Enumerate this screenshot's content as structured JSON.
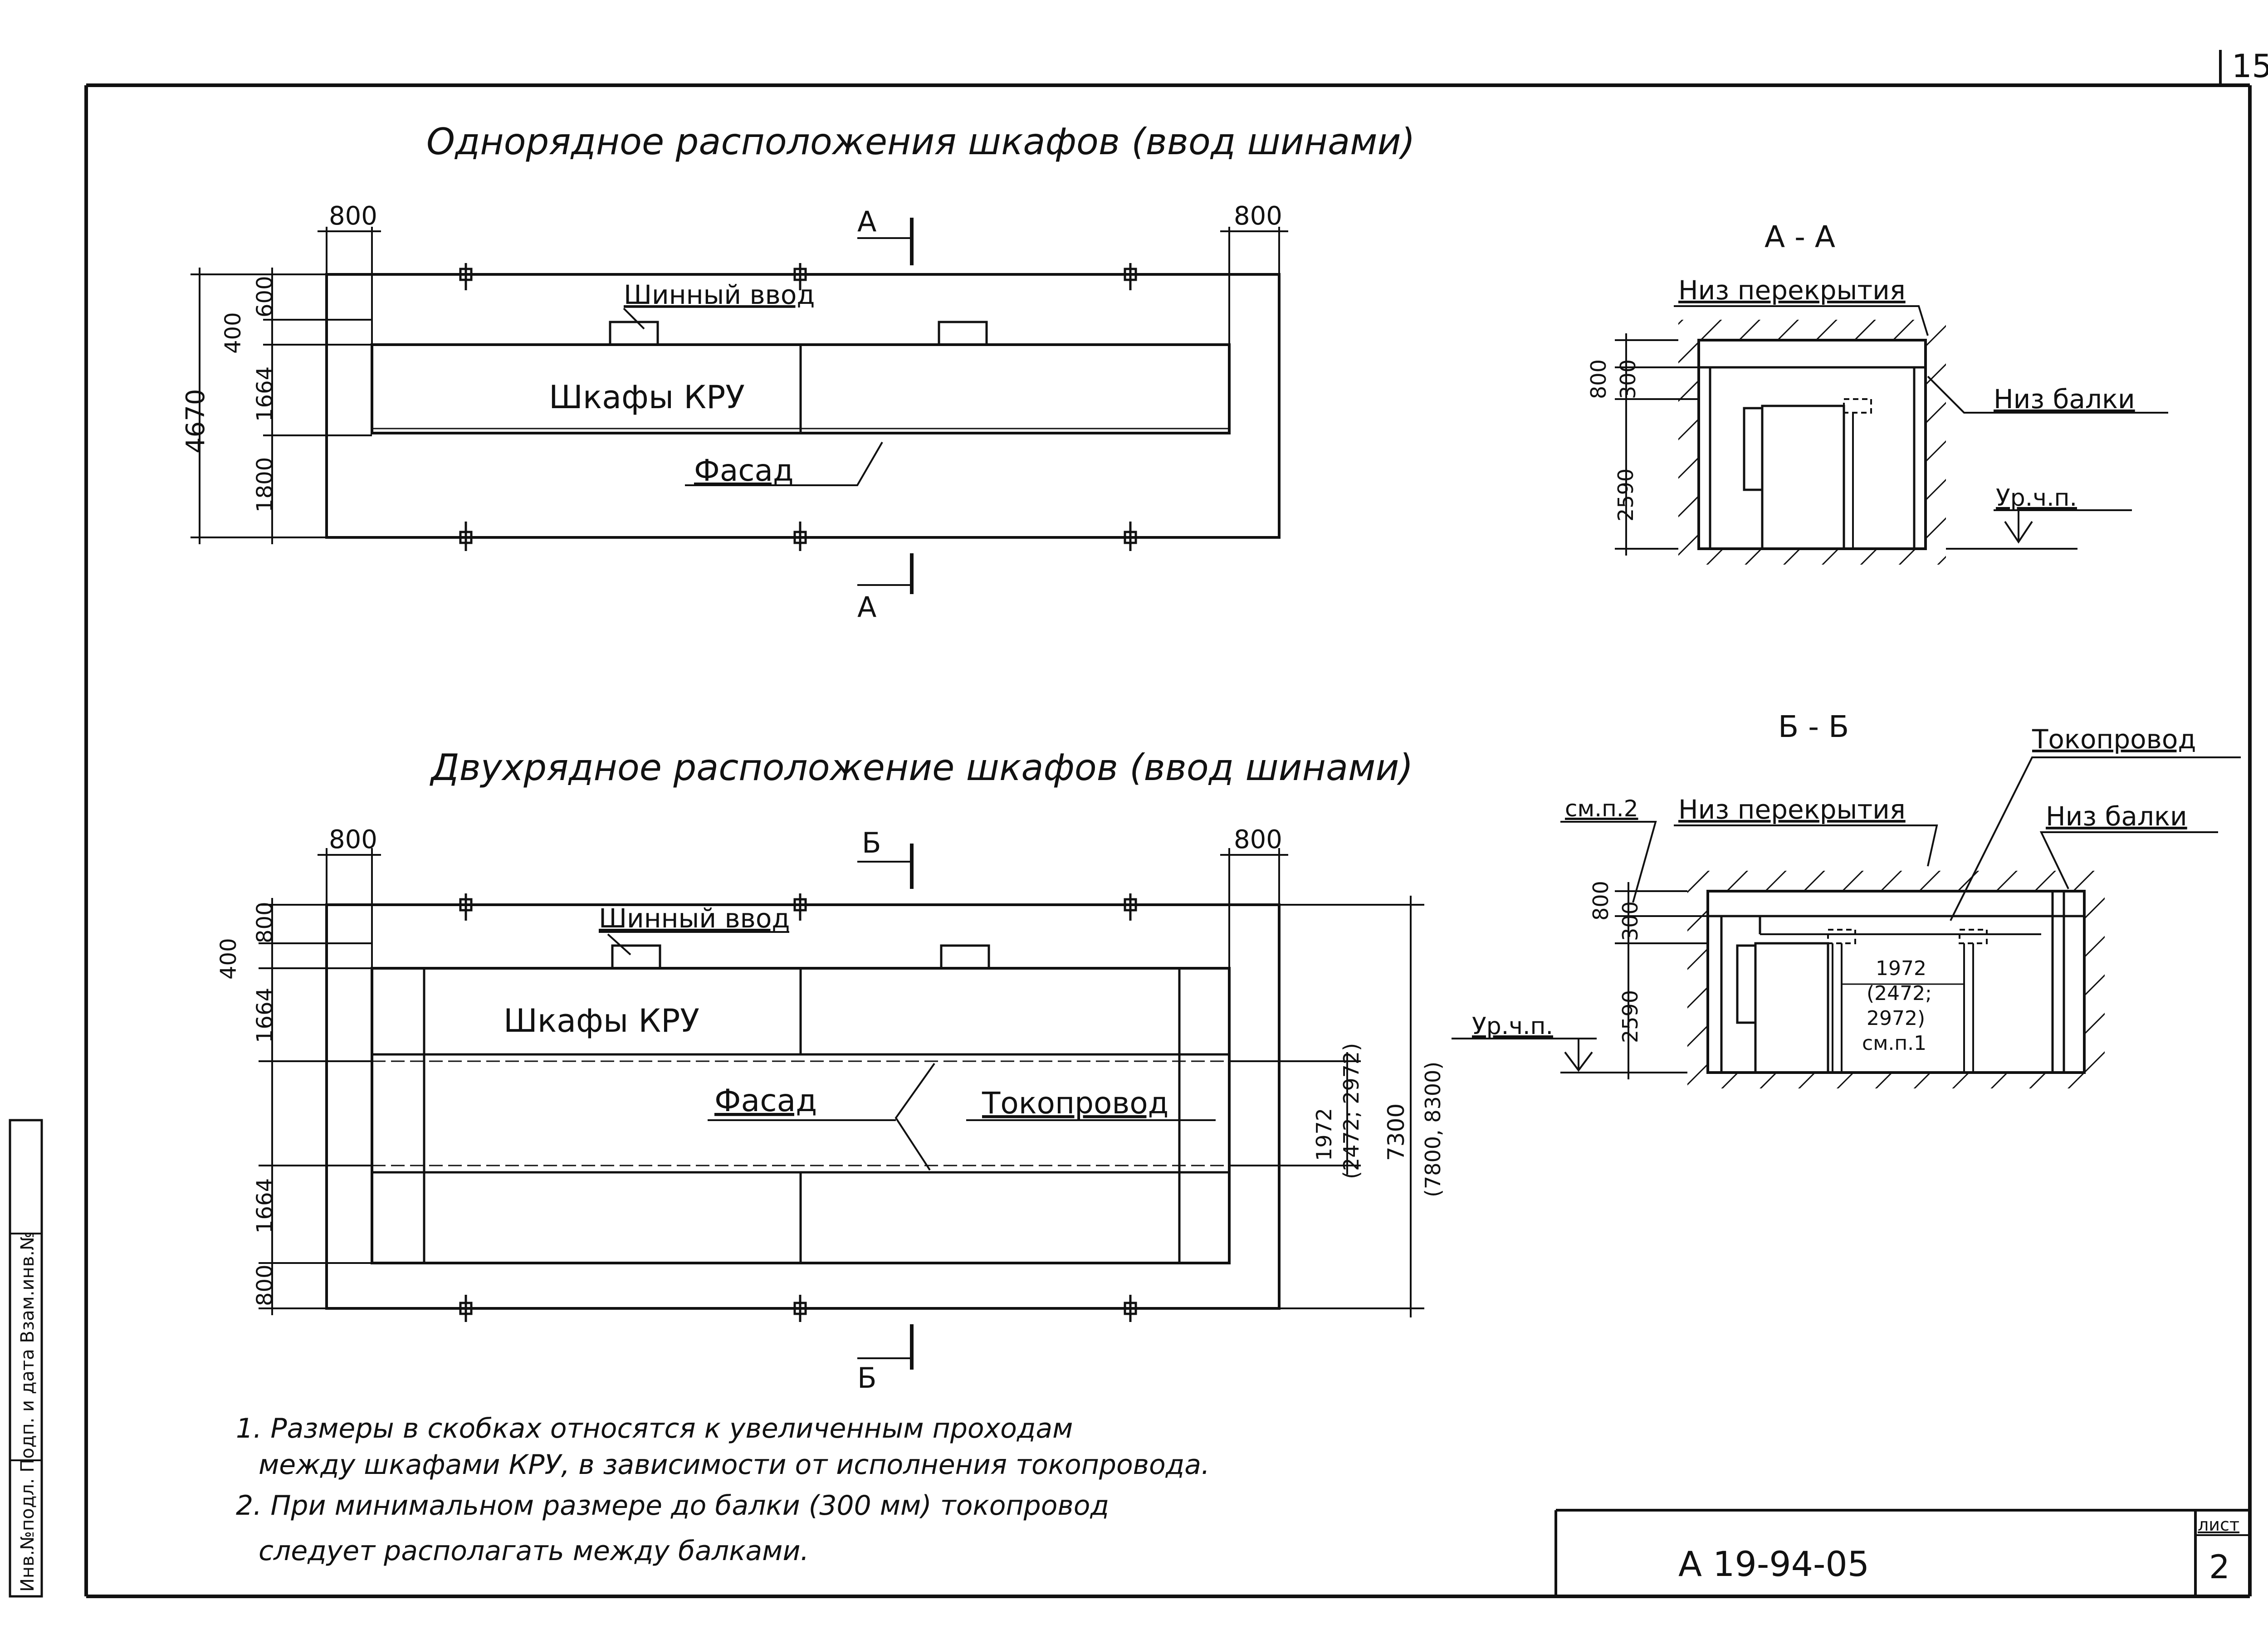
{
  "sheet_corner": "15",
  "plan1": {
    "title": "Однорядное расположения шкафов (ввод шинами)",
    "dim_left": "800",
    "dim_right": "800",
    "dim_total": "4670",
    "dim_top": "600",
    "dim_400": "400",
    "dim_1664": "1664",
    "dim_1800": "1800",
    "busbar_entry": "Шинный ввод",
    "cabinets": "Шкафы КРУ",
    "facade": "Фасад",
    "section_top": "А",
    "section_bottom": "А"
  },
  "section_aa": {
    "title": "А - А",
    "ceiling": "Низ перекрытия",
    "beam": "Низ балки",
    "floor": "Ур.ч.п.",
    "dim_800": "800",
    "dim_300": "300",
    "dim_2590": "2590"
  },
  "plan2": {
    "title": "Двухрядное расположение шкафов (ввод шинами)",
    "dim_left": "800",
    "dim_right": "800",
    "dim_top": "800",
    "dim_400": "400",
    "dim_1664_top": "1664",
    "dim_1664_bottom": "1664",
    "dim_bottom": "800",
    "dim_1972": "1972",
    "dim_1972_alt": "(2472; 2972)",
    "dim_7300": "7300",
    "dim_7300_alt": "(7800, 8300)",
    "busbar_entry": "Шинный ввод",
    "cabinets": "Шкафы КРУ",
    "facade": "Фасад",
    "busway": "Токопровод",
    "section_top": "Б",
    "section_bottom": "Б"
  },
  "section_bb": {
    "title": "Б - Б",
    "ref2": "см.п.2",
    "ceiling": "Низ перекрытия",
    "busway": "Токопровод",
    "beam": "Низ балки",
    "floor": "Ур.ч.п.",
    "dim_800": "800",
    "dim_300": "300",
    "dim_2590": "2590",
    "dim_1972": "1972",
    "dim_alt1": "(2472;",
    "dim_alt2": "2972)",
    "ref1": "см.п.1"
  },
  "notes": [
    "1. Размеры в скобках относятся к увеличенным проходам",
    "между шкафами КРУ, в зависимости от исполнения токопровода.",
    "2. При минимальном размере до балки (300 мм) токопровод",
    "следует располагать между балками."
  ],
  "title_block": {
    "code": "А 19-94-05",
    "sheet_label": "лист",
    "sheet_no": "2"
  },
  "side_stamp": "Инв.№подл. Подп. и дата Взам.инв.№"
}
